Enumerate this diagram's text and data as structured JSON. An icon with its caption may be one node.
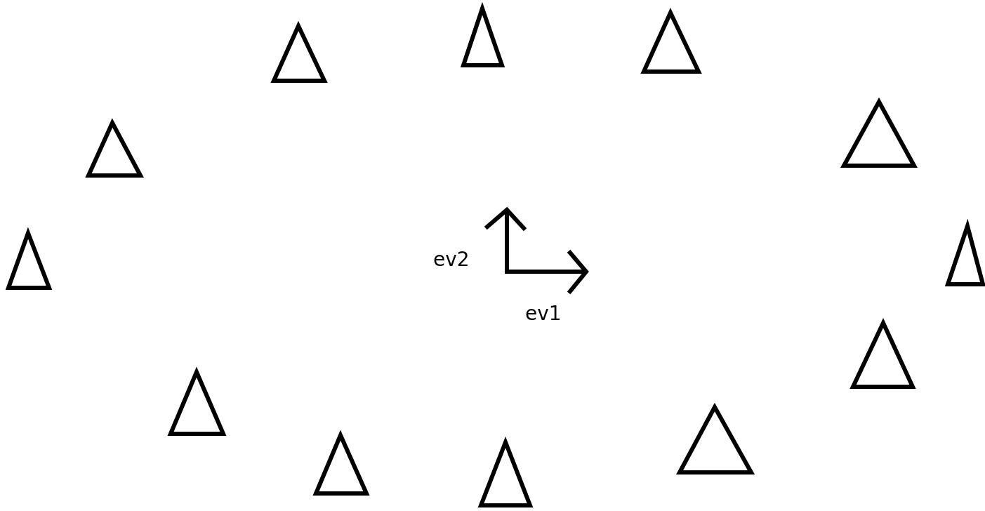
{
  "diagram": {
    "nodes": [
      {
        "text": [],
        "shape": "triangle"
      },
      {
        "text": [],
        "shape": "triangle"
      },
      {
        "text": [],
        "shape": "triangle"
      },
      {
        "text": [],
        "shape": "triangle"
      },
      {
        "text": [],
        "shape": "triangle"
      },
      {
        "text": [],
        "shape": "triangle"
      },
      {
        "text": [],
        "shape": "triangle"
      },
      {
        "text": [],
        "shape": "triangle"
      },
      {
        "text": [],
        "shape": "triangle"
      },
      {
        "text": [],
        "shape": "triangle"
      },
      {
        "text": [],
        "shape": "triangle"
      },
      {
        "text": [],
        "shape": "triangle"
      }
    ],
    "labels": [
      "ev2",
      "ev1"
    ]
  }
}
